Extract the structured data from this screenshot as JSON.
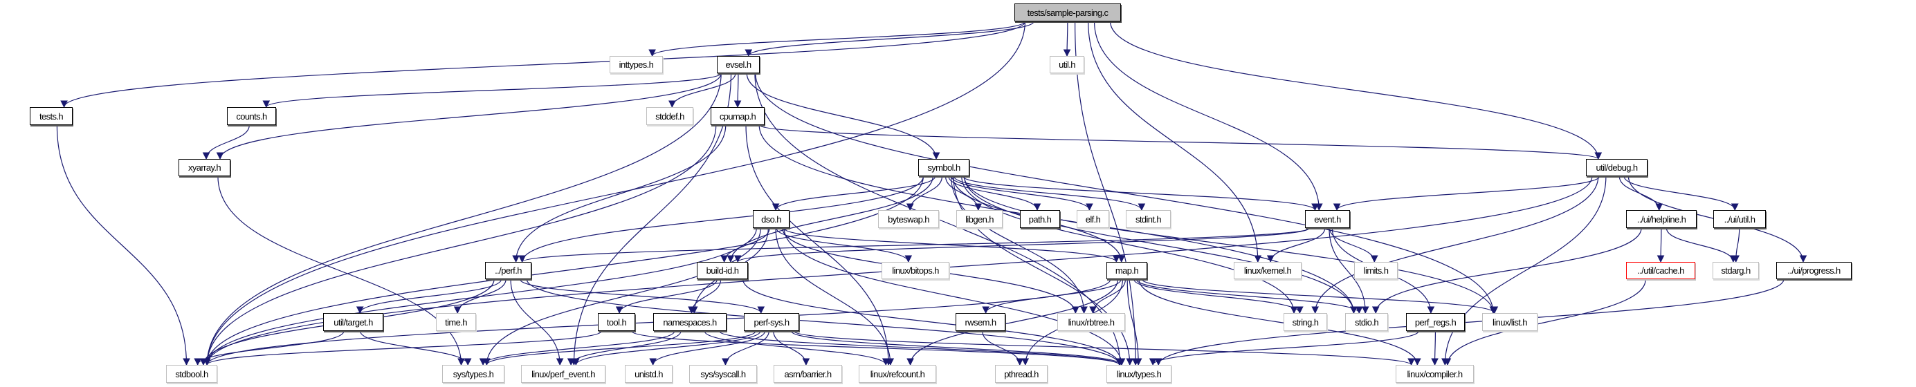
{
  "colors": {
    "edge": "#191970",
    "root_fill": "#bfbfbf",
    "external_border": "#bfbfbf",
    "documented_border": "#000000",
    "incomplete_border": "#ff0000"
  },
  "nodes": [
    {
      "id": "root",
      "label": "tests/sample-parsing.c",
      "kind": "root"
    },
    {
      "id": "inttypes",
      "label": "inttypes.h",
      "kind": "ext"
    },
    {
      "id": "evsel",
      "label": "evsel.h",
      "kind": "doc"
    },
    {
      "id": "util",
      "label": "util.h",
      "kind": "ext"
    },
    {
      "id": "tests",
      "label": "tests.h",
      "kind": "doc"
    },
    {
      "id": "counts",
      "label": "counts.h",
      "kind": "doc"
    },
    {
      "id": "stddef",
      "label": "stddef.h",
      "kind": "ext"
    },
    {
      "id": "cpumap",
      "label": "cpumap.h",
      "kind": "doc"
    },
    {
      "id": "xyarray",
      "label": "xyarray.h",
      "kind": "doc"
    },
    {
      "id": "symbol",
      "label": "symbol.h",
      "kind": "doc"
    },
    {
      "id": "debug",
      "label": "util/debug.h",
      "kind": "doc"
    },
    {
      "id": "dso",
      "label": "dso.h",
      "kind": "doc"
    },
    {
      "id": "byteswap",
      "label": "byteswap.h",
      "kind": "ext"
    },
    {
      "id": "libgen",
      "label": "libgen.h",
      "kind": "ext"
    },
    {
      "id": "path",
      "label": "path.h",
      "kind": "doc"
    },
    {
      "id": "elf",
      "label": "elf.h",
      "kind": "ext"
    },
    {
      "id": "stdint",
      "label": "stdint.h",
      "kind": "ext"
    },
    {
      "id": "event",
      "label": "event.h",
      "kind": "doc"
    },
    {
      "id": "helpline",
      "label": "../ui/helpline.h",
      "kind": "doc"
    },
    {
      "id": "uiutil",
      "label": "../ui/util.h",
      "kind": "doc"
    },
    {
      "id": "perf",
      "label": "../perf.h",
      "kind": "doc"
    },
    {
      "id": "buildid",
      "label": "build-id.h",
      "kind": "doc"
    },
    {
      "id": "bitops",
      "label": "linux/bitops.h",
      "kind": "ext"
    },
    {
      "id": "map",
      "label": "map.h",
      "kind": "doc"
    },
    {
      "id": "kernel",
      "label": "linux/kernel.h",
      "kind": "ext"
    },
    {
      "id": "limits",
      "label": "limits.h",
      "kind": "ext"
    },
    {
      "id": "cache",
      "label": "../util/cache.h",
      "kind": "red"
    },
    {
      "id": "stdarg",
      "label": "stdarg.h",
      "kind": "ext"
    },
    {
      "id": "progress",
      "label": "../ui/progress.h",
      "kind": "doc"
    },
    {
      "id": "target",
      "label": "util/target.h",
      "kind": "doc"
    },
    {
      "id": "time",
      "label": "time.h",
      "kind": "ext"
    },
    {
      "id": "tool",
      "label": "tool.h",
      "kind": "doc"
    },
    {
      "id": "namespaces",
      "label": "namespaces.h",
      "kind": "doc"
    },
    {
      "id": "perfsys",
      "label": "perf-sys.h",
      "kind": "doc"
    },
    {
      "id": "rwsem",
      "label": "rwsem.h",
      "kind": "doc"
    },
    {
      "id": "rbtree",
      "label": "linux/rbtree.h",
      "kind": "ext"
    },
    {
      "id": "string",
      "label": "string.h",
      "kind": "ext"
    },
    {
      "id": "stdio",
      "label": "stdio.h",
      "kind": "ext"
    },
    {
      "id": "perfregs",
      "label": "perf_regs.h",
      "kind": "doc"
    },
    {
      "id": "list",
      "label": "linux/list.h",
      "kind": "ext"
    },
    {
      "id": "stdbool",
      "label": "stdbool.h",
      "kind": "ext"
    },
    {
      "id": "systypes",
      "label": "sys/types.h",
      "kind": "ext"
    },
    {
      "id": "perfevent",
      "label": "linux/perf_event.h",
      "kind": "ext"
    },
    {
      "id": "unistd",
      "label": "unistd.h",
      "kind": "ext"
    },
    {
      "id": "syscall",
      "label": "sys/syscall.h",
      "kind": "ext"
    },
    {
      "id": "barrier",
      "label": "asm/barrier.h",
      "kind": "ext"
    },
    {
      "id": "refcount",
      "label": "linux/refcount.h",
      "kind": "ext"
    },
    {
      "id": "pthread",
      "label": "pthread.h",
      "kind": "ext"
    },
    {
      "id": "types",
      "label": "linux/types.h",
      "kind": "ext"
    },
    {
      "id": "compiler",
      "label": "linux/compiler.h",
      "kind": "ext"
    }
  ],
  "edges": [
    [
      "root",
      "stdbool"
    ],
    [
      "root",
      "inttypes"
    ],
    [
      "root",
      "util"
    ],
    [
      "root",
      "evsel"
    ],
    [
      "root",
      "tests"
    ],
    [
      "root",
      "debug"
    ],
    [
      "root",
      "event"
    ],
    [
      "root",
      "kernel"
    ],
    [
      "root",
      "types"
    ],
    [
      "evsel",
      "list"
    ],
    [
      "evsel",
      "stdbool"
    ],
    [
      "evsel",
      "stddef"
    ],
    [
      "evsel",
      "perfevent"
    ],
    [
      "evsel",
      "types"
    ],
    [
      "evsel",
      "xyarray"
    ],
    [
      "evsel",
      "symbol"
    ],
    [
      "evsel",
      "cpumap"
    ],
    [
      "evsel",
      "counts"
    ],
    [
      "counts",
      "xyarray"
    ],
    [
      "tests",
      "stdbool"
    ],
    [
      "xyarray",
      "systypes"
    ],
    [
      "cpumap",
      "stdio"
    ],
    [
      "cpumap",
      "stdbool"
    ],
    [
      "cpumap",
      "perf"
    ],
    [
      "cpumap",
      "refcount"
    ],
    [
      "cpumap",
      "debug"
    ],
    [
      "symbol",
      "types"
    ],
    [
      "symbol",
      "stdbool"
    ],
    [
      "symbol",
      "stdint"
    ],
    [
      "symbol",
      "map"
    ],
    [
      "symbol",
      "perf"
    ],
    [
      "symbol",
      "list"
    ],
    [
      "symbol",
      "rbtree"
    ],
    [
      "symbol",
      "stdio"
    ],
    [
      "symbol",
      "string"
    ],
    [
      "symbol",
      "byteswap"
    ],
    [
      "symbol",
      "libgen"
    ],
    [
      "symbol",
      "buildid"
    ],
    [
      "symbol",
      "event"
    ],
    [
      "symbol",
      "path"
    ],
    [
      "symbol",
      "elf"
    ],
    [
      "symbol",
      "dso"
    ],
    [
      "debug",
      "stdbool"
    ],
    [
      "debug",
      "string"
    ],
    [
      "debug",
      "event"
    ],
    [
      "debug",
      "helpline"
    ],
    [
      "debug",
      "progress"
    ],
    [
      "debug",
      "uiutil"
    ],
    [
      "debug",
      "compiler"
    ],
    [
      "dso",
      "refcount"
    ],
    [
      "dso",
      "types"
    ],
    [
      "dso",
      "rbtree"
    ],
    [
      "dso",
      "systypes"
    ],
    [
      "dso",
      "stdbool"
    ],
    [
      "dso",
      "namespaces"
    ],
    [
      "dso",
      "bitops"
    ],
    [
      "dso",
      "map"
    ],
    [
      "dso",
      "buildid"
    ],
    [
      "event",
      "limits"
    ],
    [
      "event",
      "stdio"
    ],
    [
      "event",
      "kernel"
    ],
    [
      "event",
      "perf"
    ],
    [
      "event",
      "buildid"
    ],
    [
      "event",
      "perfregs"
    ],
    [
      "helpline",
      "stdio"
    ],
    [
      "helpline",
      "stdarg"
    ],
    [
      "helpline",
      "cache"
    ],
    [
      "uiutil",
      "stdarg"
    ],
    [
      "perf",
      "time"
    ],
    [
      "perf",
      "stdbool"
    ],
    [
      "perf",
      "types"
    ],
    [
      "perf",
      "perfevent"
    ],
    [
      "perf",
      "target"
    ],
    [
      "perf",
      "perfsys"
    ],
    [
      "buildid",
      "tool"
    ],
    [
      "buildid",
      "namespaces"
    ],
    [
      "buildid",
      "types"
    ],
    [
      "map",
      "refcount"
    ],
    [
      "map",
      "compiler"
    ],
    [
      "map",
      "list"
    ],
    [
      "map",
      "rbtree"
    ],
    [
      "map",
      "pthread"
    ],
    [
      "map",
      "stdio"
    ],
    [
      "map",
      "string"
    ],
    [
      "map",
      "stdbool"
    ],
    [
      "map",
      "types"
    ],
    [
      "map",
      "rwsem"
    ],
    [
      "cache",
      "compiler"
    ],
    [
      "progress",
      "types"
    ],
    [
      "target",
      "stdbool"
    ],
    [
      "target",
      "systypes"
    ],
    [
      "tool",
      "stdbool"
    ],
    [
      "tool",
      "types"
    ],
    [
      "namespaces",
      "systypes"
    ],
    [
      "namespaces",
      "perfevent"
    ],
    [
      "namespaces",
      "refcount"
    ],
    [
      "namespaces",
      "types"
    ],
    [
      "perfsys",
      "unistd"
    ],
    [
      "perfsys",
      "systypes"
    ],
    [
      "perfsys",
      "syscall"
    ],
    [
      "perfsys",
      "types"
    ],
    [
      "perfsys",
      "compiler"
    ],
    [
      "perfsys",
      "perfevent"
    ],
    [
      "perfsys",
      "barrier"
    ],
    [
      "rwsem",
      "pthread"
    ],
    [
      "perfregs",
      "types"
    ],
    [
      "perfregs",
      "compiler"
    ]
  ]
}
